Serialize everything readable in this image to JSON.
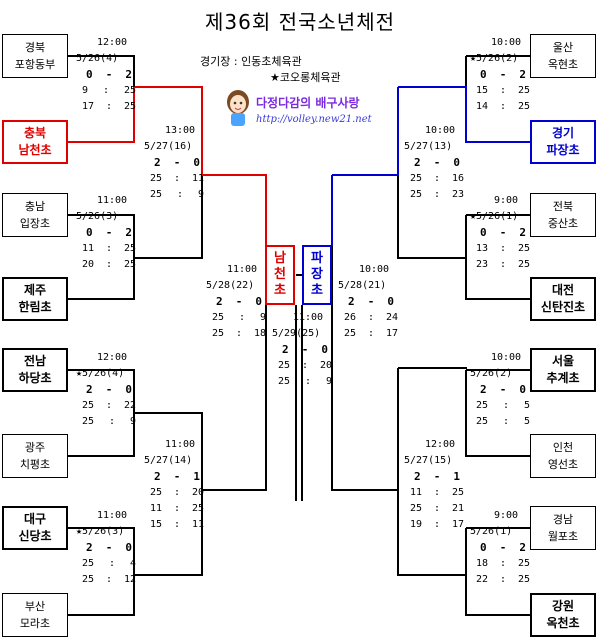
{
  "title": "제36회 전국소년체전",
  "venue": {
    "label": "경기장 :",
    "line1": "인동초체육관",
    "line2": "★코오롱체육관"
  },
  "logo": {
    "text": "다정다감의 배구사랑",
    "url": "http://volley.new21.net"
  },
  "teams": {
    "L1": [
      "경북",
      "포항동부"
    ],
    "L2": [
      "충북",
      "남천초"
    ],
    "L3": [
      "충남",
      "입장초"
    ],
    "L4": [
      "제주",
      "한림초"
    ],
    "L5": [
      "전남",
      "하당초"
    ],
    "L6": [
      "광주",
      "치평초"
    ],
    "L7": [
      "대구",
      "신당초"
    ],
    "L8": [
      "부산",
      "모라초"
    ],
    "R1": [
      "울산",
      "옥현초"
    ],
    "R2": [
      "경기",
      "파장초"
    ],
    "R3": [
      "전북",
      "중산초"
    ],
    "R4": [
      "대전",
      "신탄진초"
    ],
    "R5": [
      "서울",
      "추계초"
    ],
    "R6": [
      "인천",
      "영선초"
    ],
    "R7": [
      "경남",
      "월포초"
    ],
    "R8": [
      "강원",
      "옥천초"
    ]
  },
  "finalists": {
    "left": [
      "남",
      "천",
      "초"
    ],
    "right": [
      "파",
      "장",
      "초"
    ]
  },
  "matches": {
    "m1": {
      "time": "12:00",
      "date": "5/26(4)",
      "result": [
        "0",
        "2"
      ],
      "sets": [
        [
          "9",
          "25"
        ],
        [
          "17",
          "25"
        ]
      ]
    },
    "m2": {
      "time": "11:00",
      "date": "5/26(3)",
      "result": [
        "0",
        "2"
      ],
      "sets": [
        [
          "11",
          "25"
        ],
        [
          "20",
          "25"
        ]
      ]
    },
    "m3": {
      "time": "12:00",
      "date": "★5/26(4)",
      "result": [
        "2",
        "0"
      ],
      "sets": [
        [
          "25",
          "22"
        ],
        [
          "25",
          "9"
        ]
      ]
    },
    "m4": {
      "time": "11:00",
      "date": "★5/26(3)",
      "result": [
        "2",
        "0"
      ],
      "sets": [
        [
          "25",
          "4"
        ],
        [
          "25",
          "12"
        ]
      ]
    },
    "qf1": {
      "time": "13:00",
      "date": "5/27(16)",
      "result": [
        "2",
        "0"
      ],
      "sets": [
        [
          "25",
          "11"
        ],
        [
          "25",
          "9"
        ]
      ]
    },
    "qf2": {
      "time": "11:00",
      "date": "5/27(14)",
      "result": [
        "2",
        "1"
      ],
      "sets": [
        [
          "25",
          "20"
        ],
        [
          "11",
          "25"
        ],
        [
          "15",
          "11"
        ]
      ]
    },
    "sf1": {
      "time": "11:00",
      "date": "5/28(22)",
      "result": [
        "2",
        "0"
      ],
      "sets": [
        [
          "25",
          "9"
        ],
        [
          "25",
          "18"
        ]
      ]
    },
    "final": {
      "time": "11:00",
      "date": "5/29(25)",
      "result": [
        "2",
        "0"
      ],
      "sets": [
        [
          "25",
          "20"
        ],
        [
          "25",
          "9"
        ]
      ]
    },
    "m5": {
      "time": "10:00",
      "date": "★5/26(2)",
      "result": [
        "0",
        "2"
      ],
      "sets": [
        [
          "15",
          "25"
        ],
        [
          "14",
          "25"
        ]
      ]
    },
    "m6": {
      "time": "9:00",
      "date": "★5/26(1)",
      "result": [
        "0",
        "2"
      ],
      "sets": [
        [
          "13",
          "25"
        ],
        [
          "23",
          "25"
        ]
      ]
    },
    "m7": {
      "time": "10:00",
      "date": "5/26(2)",
      "result": [
        "2",
        "0"
      ],
      "sets": [
        [
          "25",
          "5"
        ],
        [
          "25",
          "5"
        ]
      ]
    },
    "m8": {
      "time": "9:00",
      "date": "5/26(1)",
      "result": [
        "0",
        "2"
      ],
      "sets": [
        [
          "18",
          "25"
        ],
        [
          "22",
          "25"
        ]
      ]
    },
    "qf3": {
      "time": "10:00",
      "date": "5/27(13)",
      "result": [
        "2",
        "0"
      ],
      "sets": [
        [
          "25",
          "16"
        ],
        [
          "25",
          "23"
        ]
      ]
    },
    "qf4": {
      "time": "12:00",
      "date": "5/27(15)",
      "result": [
        "2",
        "1"
      ],
      "sets": [
        [
          "11",
          "25"
        ],
        [
          "25",
          "21"
        ],
        [
          "19",
          "17"
        ]
      ]
    },
    "sf2": {
      "time": "10:00",
      "date": "5/28(21)",
      "result": [
        "2",
        "0"
      ],
      "sets": [
        [
          "26",
          "24"
        ],
        [
          "25",
          "17"
        ]
      ]
    }
  },
  "colors": {
    "red": "#e00000",
    "blue": "#0000d0",
    "black": "#000000"
  }
}
